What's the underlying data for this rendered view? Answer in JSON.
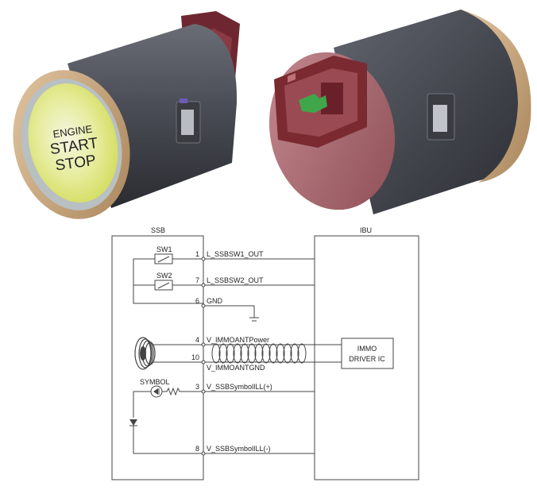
{
  "photo_left": {
    "button_text": [
      "ENGINE",
      "START",
      "STOP"
    ]
  },
  "schematic": {
    "left_box_title": "SSB",
    "right_box_title": "IBU",
    "switches": [
      "SW1",
      "SW2"
    ],
    "pins": [
      {
        "number": "1",
        "signal": "L_SSBSW1_OUT"
      },
      {
        "number": "7",
        "signal": "L_SSBSW2_OUT"
      },
      {
        "number": "6",
        "signal": "GND"
      },
      {
        "number": "4",
        "signal": "V_IMMOANTPower"
      },
      {
        "number": "10",
        "signal": "V_IMMOANTGND"
      },
      {
        "number": "3",
        "signal": "V_SSBSymbolILL(+)"
      },
      {
        "number": "8",
        "signal": "V_SSBSymbolILL(-)"
      }
    ],
    "driver_ic": [
      "IMMO",
      "DRIVER IC"
    ],
    "symbol_label": "SYMBOL"
  },
  "colors": {
    "housing": "#4d5058",
    "connector_red": "#7a2a30",
    "flange_pink": "#b06c74",
    "bezel_gold": "#cfae86",
    "button_glow": "#e8ee8a",
    "button_text": "#9fb2cc",
    "terminal_green": "#3fa64a"
  }
}
